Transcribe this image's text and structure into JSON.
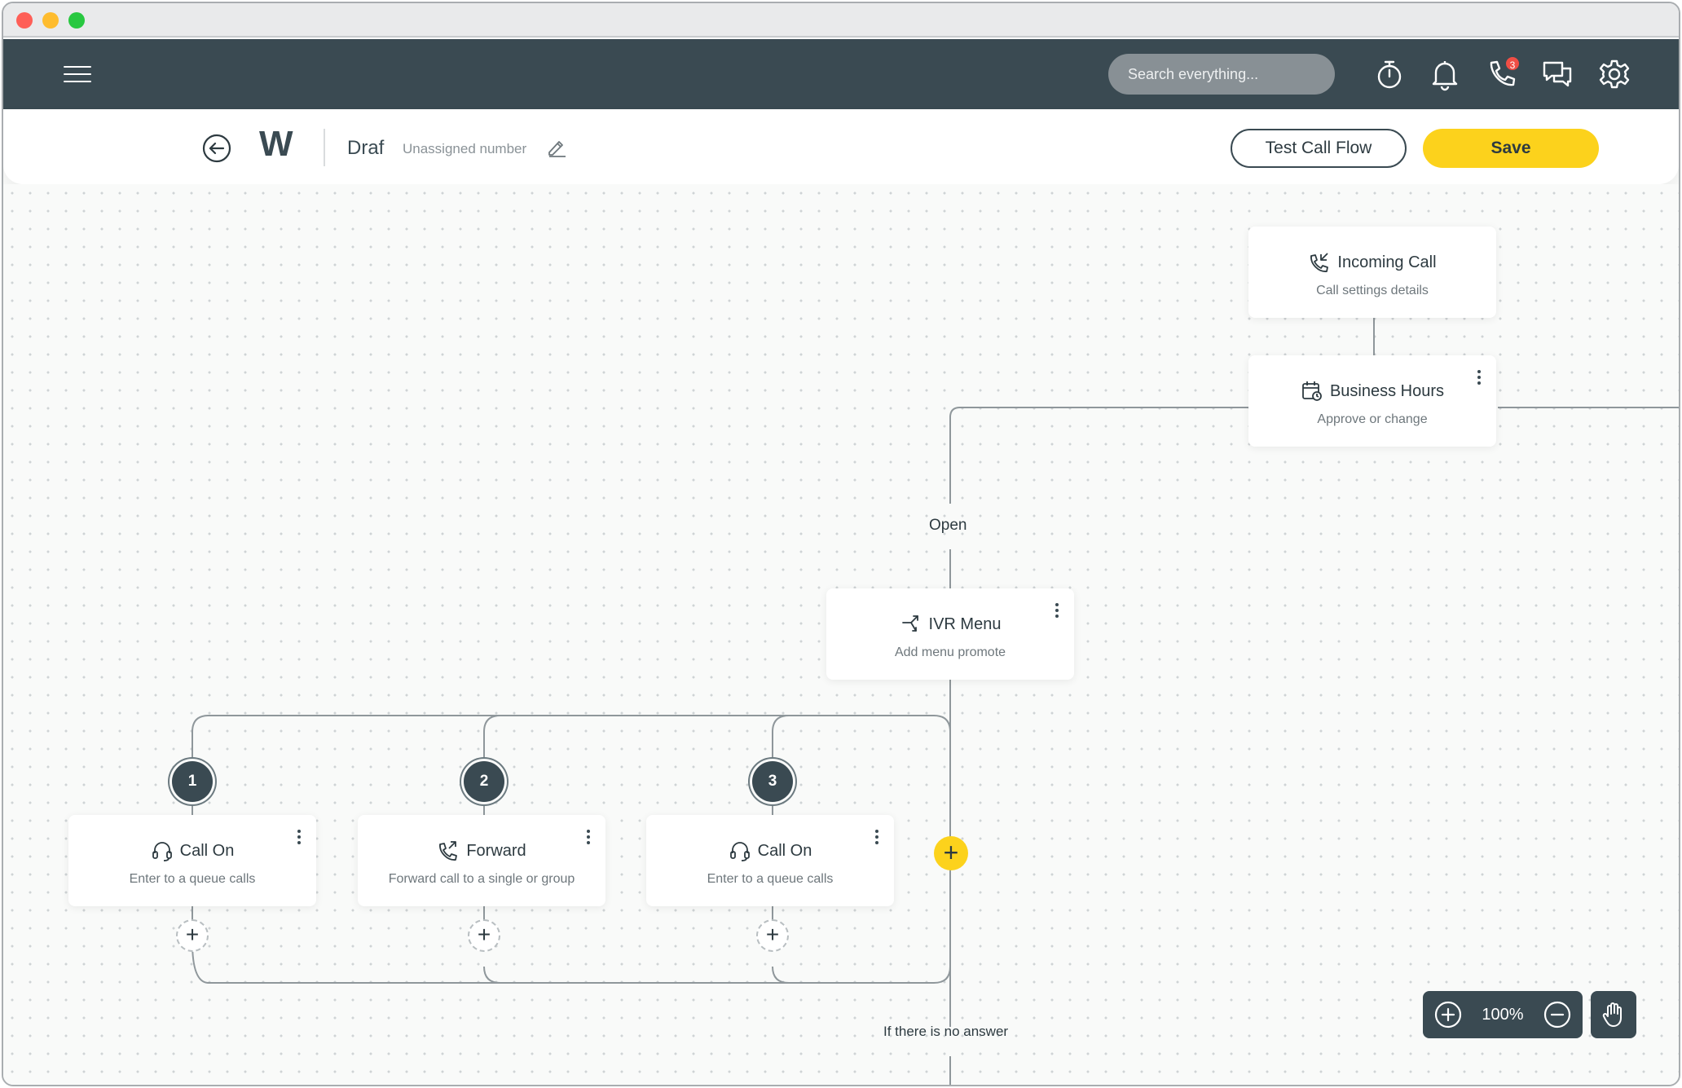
{
  "nav": {
    "search_placeholder": "Search everything...",
    "call_badge": "3"
  },
  "toolbar": {
    "logo": "W",
    "title": "Draf",
    "subtitle": "Unassigned number",
    "test_label": "Test Call Flow",
    "save_label": "Save"
  },
  "flow": {
    "incoming": {
      "title": "Incoming Call",
      "desc": "Call settings details"
    },
    "hours": {
      "title": "Business Hours",
      "desc": "Approve or change"
    },
    "open_label": "Open",
    "ivr": {
      "title": "IVR Menu",
      "desc": "Add menu promote"
    },
    "options": [
      {
        "number": "1",
        "title": "Call On",
        "desc": "Enter to a queue calls"
      },
      {
        "number": "2",
        "title": "Forward",
        "desc": "Forward call to a single or group"
      },
      {
        "number": "3",
        "title": "Call On",
        "desc": "Enter to a queue calls"
      }
    ],
    "no_answer_label": "If there is no answer"
  },
  "zoom": {
    "value": "100%"
  },
  "colors": {
    "nav_bg": "#3a4a52",
    "accent": "#fcd21c",
    "badge": "#f04e45"
  }
}
